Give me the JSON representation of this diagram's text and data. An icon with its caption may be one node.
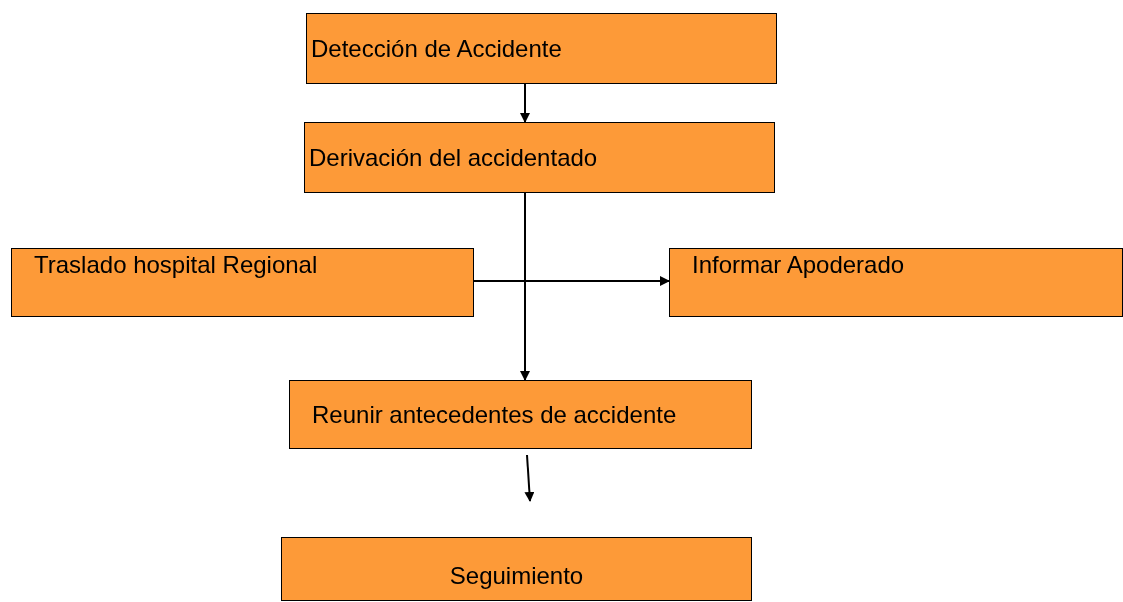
{
  "diagram": {
    "nodes": [
      {
        "text": [
          "Detección de Accidente"
        ]
      },
      {
        "text": [
          "Derivación del accidentado"
        ]
      },
      {
        "text": [
          "Traslado hospital Regional"
        ]
      },
      {
        "text": [
          "Informar Apoderado"
        ]
      },
      {
        "text": [
          "Reunir antecedentes de accidente"
        ]
      },
      {
        "text": [
          "Seguimiento"
        ]
      }
    ],
    "edges": [
      {
        "from": 0,
        "to": 1,
        "arrow": "to"
      },
      {
        "from": 1,
        "to": 4,
        "arrow": "to"
      },
      {
        "from": 2,
        "to": 3,
        "arrow": "to"
      },
      {
        "from": 4,
        "to": 5,
        "arrow": "to"
      }
    ]
  }
}
